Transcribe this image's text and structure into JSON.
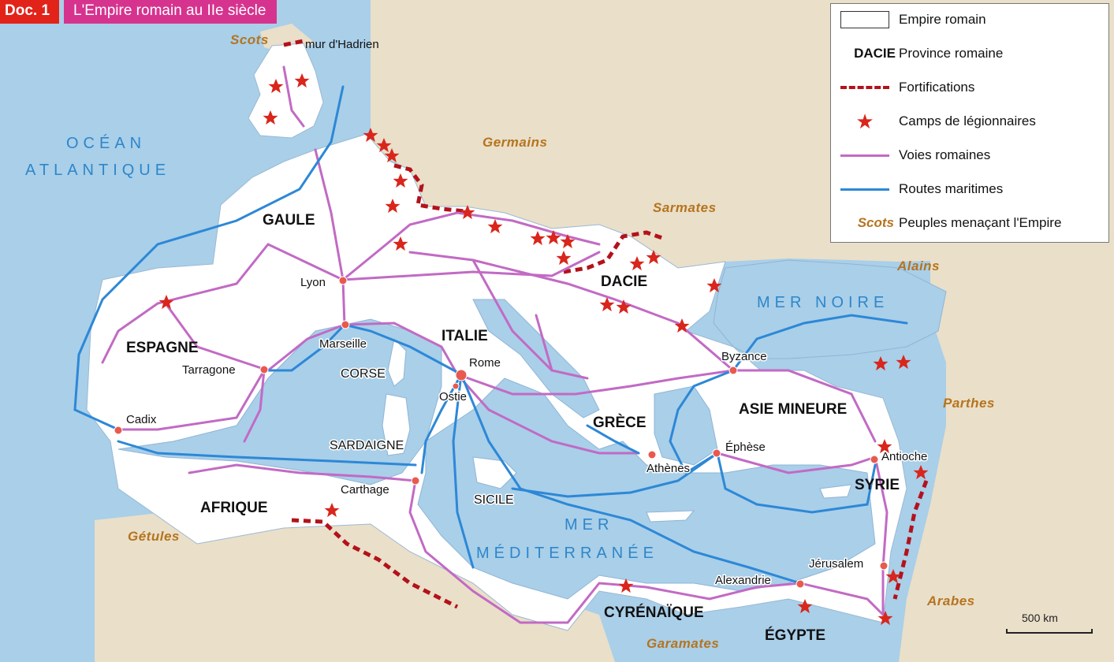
{
  "header": {
    "doc_tag": "Doc. 1",
    "title": "L'Empire romain au IIe siècle"
  },
  "legend": {
    "items": [
      {
        "symbol": "box",
        "label": "Empire romain"
      },
      {
        "symbol": "text",
        "symbol_text": "DACIE",
        "label": "Province romaine"
      },
      {
        "symbol": "dashed-line",
        "label": "Fortifications"
      },
      {
        "symbol": "star",
        "label": "Camps de légionnaires"
      },
      {
        "symbol": "line-purple",
        "label": "Voies romaines"
      },
      {
        "symbol": "line-blue",
        "label": "Routes maritimes"
      },
      {
        "symbol": "italic-text",
        "symbol_text": "Scots",
        "label": "Peuples menaçant l'Empire"
      }
    ]
  },
  "colors": {
    "sea": "#a9cfe9",
    "empire": "#ffffff",
    "land_outside": "#eadfc9",
    "road": "#c26ac4",
    "sea_route": "#2d88d6",
    "fortification": "#b3121b",
    "camp_star": "#d9261c",
    "people": "#b5741e",
    "sea_label": "#2f86c9"
  },
  "provinces": [
    "GAULE",
    "ESPAGNE",
    "ITALIE",
    "DACIE",
    "GRÈCE",
    "ASIE MINEURE",
    "SYRIE",
    "AFRIQUE",
    "CYRÉNAÏQUE",
    "ÉGYPTE"
  ],
  "cities": [
    "Lyon",
    "Marseille",
    "Tarragone",
    "Cadix",
    "Rome",
    "Ostie",
    "Carthage",
    "Athènes",
    "Byzance",
    "Éphèse",
    "Antioche",
    "Jérusalem",
    "Alexandrie"
  ],
  "islands": [
    "CORSE",
    "SARDAIGNE",
    "SICILE"
  ],
  "peoples": [
    "Scots",
    "Germains",
    "Sarmates",
    "Alains",
    "Parthes",
    "Gétules",
    "Arabes",
    "Garamates"
  ],
  "features": [
    "mur d'Hadrien"
  ],
  "seas": {
    "atlantic_line1": "OCÉAN",
    "atlantic_line2": "ATLANTIQUE",
    "black_sea": "MER NOIRE",
    "med_line1": "MER",
    "med_line2": "MÉDITERRANÉE"
  },
  "scale": {
    "label": "500 km"
  }
}
